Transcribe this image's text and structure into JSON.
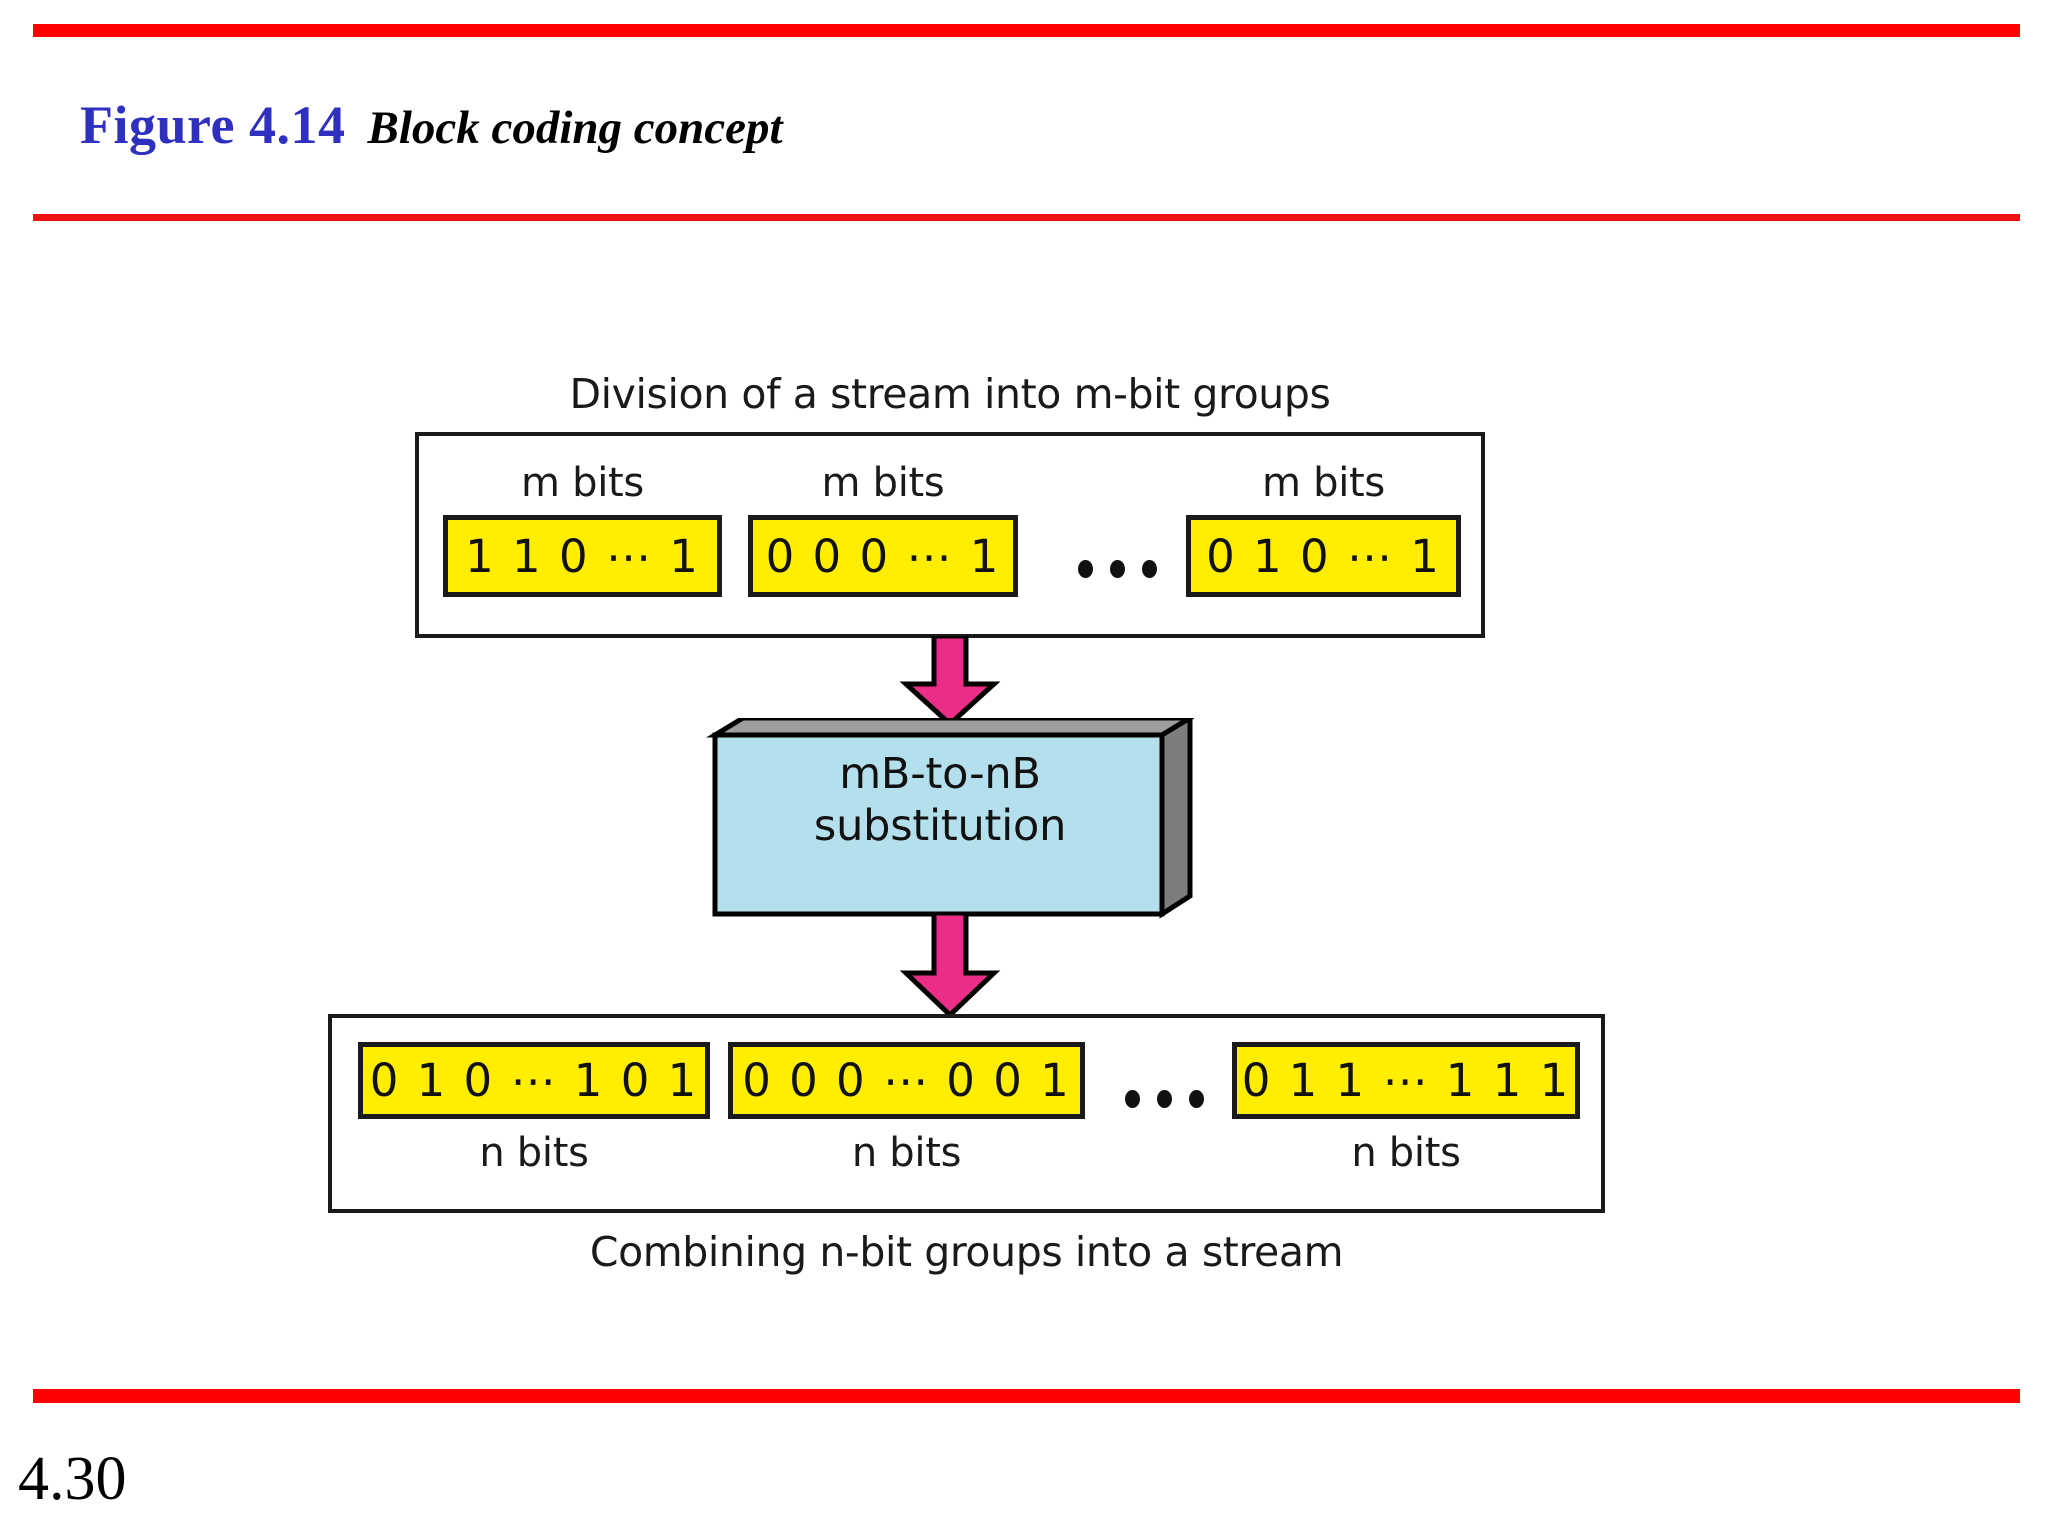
{
  "slide": {
    "page_number": "4.30",
    "title": {
      "figure_label": "Figure 4.14",
      "caption": "Block coding concept"
    },
    "accent_colors": {
      "rule_red": "#ff0000",
      "figure_label_blue": "#2f2fc0",
      "chip_yellow": "#ffee00",
      "arrow_pink": "#ec2d87",
      "box_blue": "#b3e0ec",
      "box_side_gray": "#808080"
    }
  },
  "diagram": {
    "top_caption": "Division of a stream into m-bit groups",
    "bottom_caption": "Combining n-bit groups into a stream",
    "top_groups": [
      {
        "label": "m bits",
        "bits": "1 1 0  ⋯  1"
      },
      {
        "label": "m bits",
        "bits": "0 0 0 ⋯ 1"
      },
      {
        "label": "m bits",
        "bits": "0 1 0  ⋯  1"
      }
    ],
    "bottom_groups": [
      {
        "label": "n bits",
        "bits": "0 1 0 ⋯ 1 0 1"
      },
      {
        "label": "n bits",
        "bits": "0 0 0 ⋯ 0 0 1"
      },
      {
        "label": "n bits",
        "bits": "0 1 1 ⋯ 1 1 1"
      }
    ],
    "processor": {
      "line1": "mB-to-nB",
      "line2": "substitution"
    },
    "ellipsis": "• • •"
  }
}
